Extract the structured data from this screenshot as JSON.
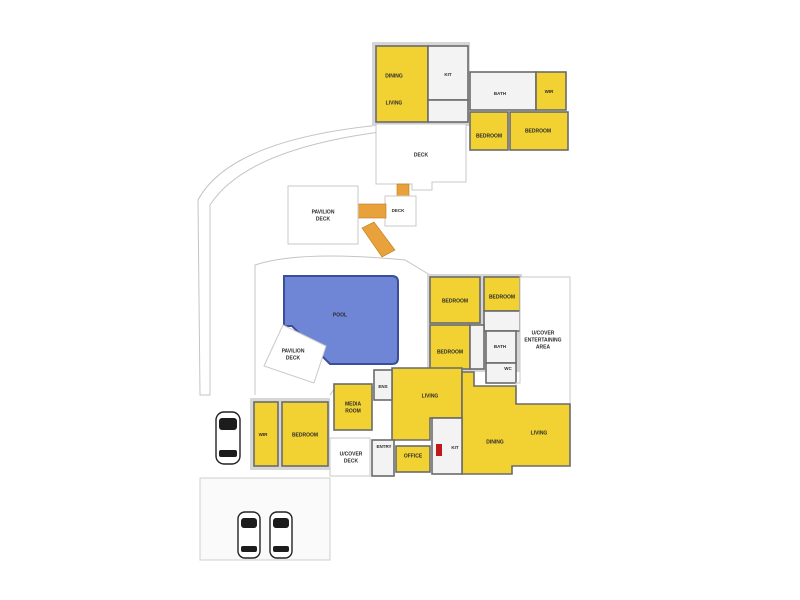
{
  "floorplan": {
    "upper_unit": {
      "dining": "DINING",
      "living": "LIVING",
      "kitchen": "KIT",
      "bath": "BATH",
      "wir": "WIR",
      "bedroom_1": "BEDROOM",
      "bedroom_2": "BEDROOM",
      "deck": "DECK"
    },
    "pavilion_deck_upper": [
      "PAVILION",
      "DECK"
    ],
    "stair_deck": "DECK",
    "pool": "POOL",
    "pavilion_deck_lower": [
      "PAVILION",
      "DECK"
    ],
    "main_house": {
      "bedroom_1": "BEDROOM",
      "bedroom_2": "BEDROOM",
      "bedroom_3": "BEDROOM",
      "bath": "BATH",
      "wc": "WC",
      "entertaining": [
        "U/COVER",
        "ENTERTAINING",
        "AREA"
      ],
      "living_1": "LIVING",
      "media_room": [
        "MEDIA",
        "ROOM"
      ],
      "ens": "ENS",
      "wir": "WIR",
      "bedroom_4": "BEDROOM",
      "ucover_deck": [
        "U/COVER",
        "DECK"
      ],
      "entry": "ENTRY",
      "office": "OFFICE",
      "kitchen": "KIT",
      "dining": "DINING",
      "living_2": "LIVING"
    }
  },
  "colors": {
    "room_yellow": "#f2d233",
    "pool_blue": "#6f86d6",
    "wall_grey": "#6b6b6b",
    "stair_orange": "#e9a23b"
  }
}
